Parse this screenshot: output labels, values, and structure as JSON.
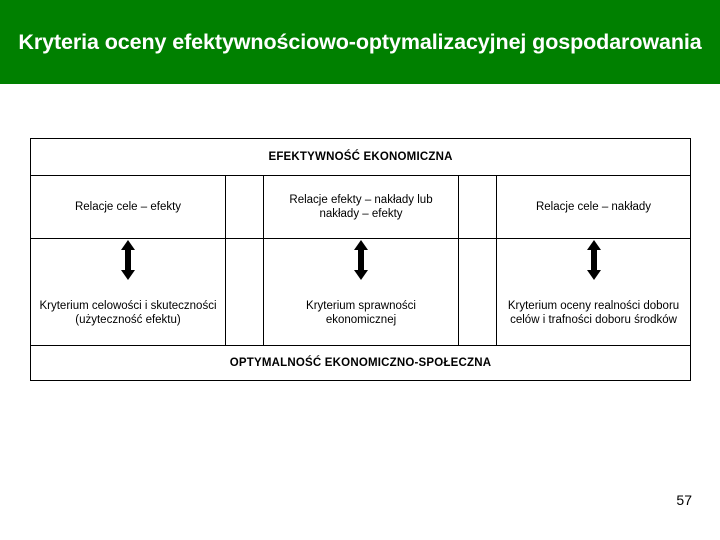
{
  "slide": {
    "title": "Kryteria oceny efektywnościowo-optymalizacyjnej gospodarowania",
    "page_number": "57",
    "banner_color": "#008000",
    "text_color": "#000000"
  },
  "diagram": {
    "header": "EFEKTYWNOŚĆ   EKONOMICZNA",
    "footer": "OPTYMALNOŚĆ   EKONOMICZNO-SPOŁECZNA",
    "columns": [
      {
        "top_label": "Relacje cele – efekty",
        "arrow": "double-vertical-arrow",
        "bottom_label": "Kryterium celowości i skuteczności (użyteczność efektu)"
      },
      {
        "top_label": "Relacje efekty – nakłady lub nakłady – efekty",
        "arrow": "double-vertical-arrow",
        "bottom_label": "Kryterium sprawności ekonomicznej"
      },
      {
        "top_label": "Relacje cele – nakłady",
        "arrow": "double-vertical-arrow",
        "bottom_label": "Kryterium oceny realności doboru celów i trafności doboru środków"
      }
    ]
  }
}
